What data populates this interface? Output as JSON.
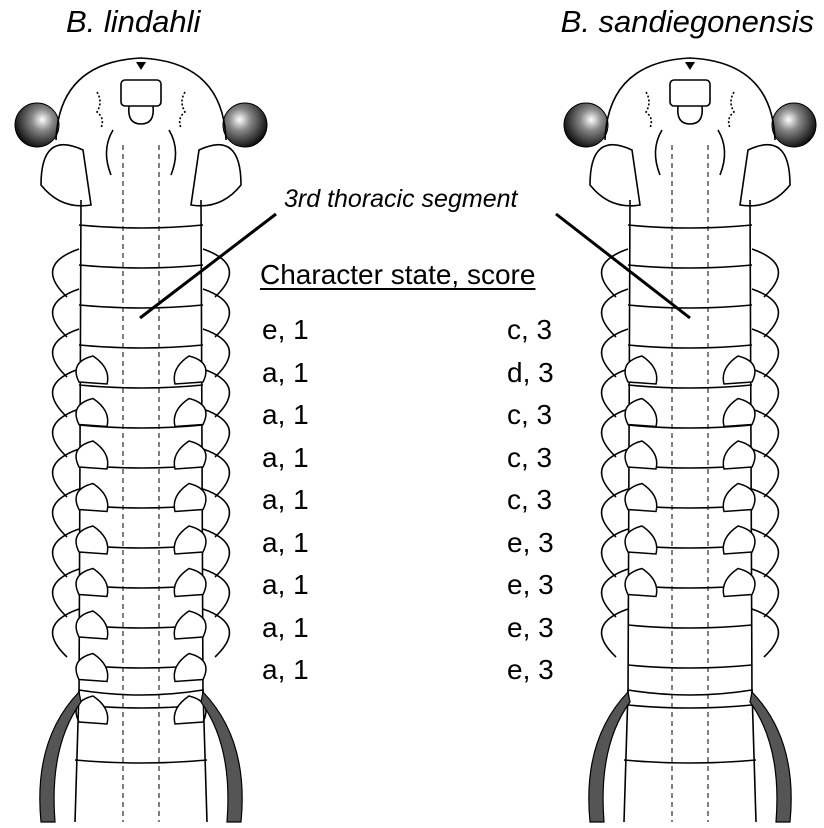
{
  "species": {
    "left": "B. lindahli",
    "right": "B. sandiegonensis"
  },
  "callout": "3rd thoracic segment",
  "table": {
    "header": "Character state, score",
    "left_scores": [
      "e, 1",
      "a, 1",
      "a, 1",
      "a, 1",
      "a, 1",
      "a, 1",
      "a, 1",
      "a, 1",
      "a, 1"
    ],
    "right_scores": [
      "c, 3",
      "d, 3",
      "c, 3",
      "c, 3",
      "c, 3",
      "e, 3",
      "e, 3",
      "e, 3",
      "e, 3"
    ]
  },
  "appendages": {
    "left_rows": 9,
    "right_rows": 6
  },
  "colors": {
    "ink": "#000000",
    "paper": "#ffffff"
  }
}
